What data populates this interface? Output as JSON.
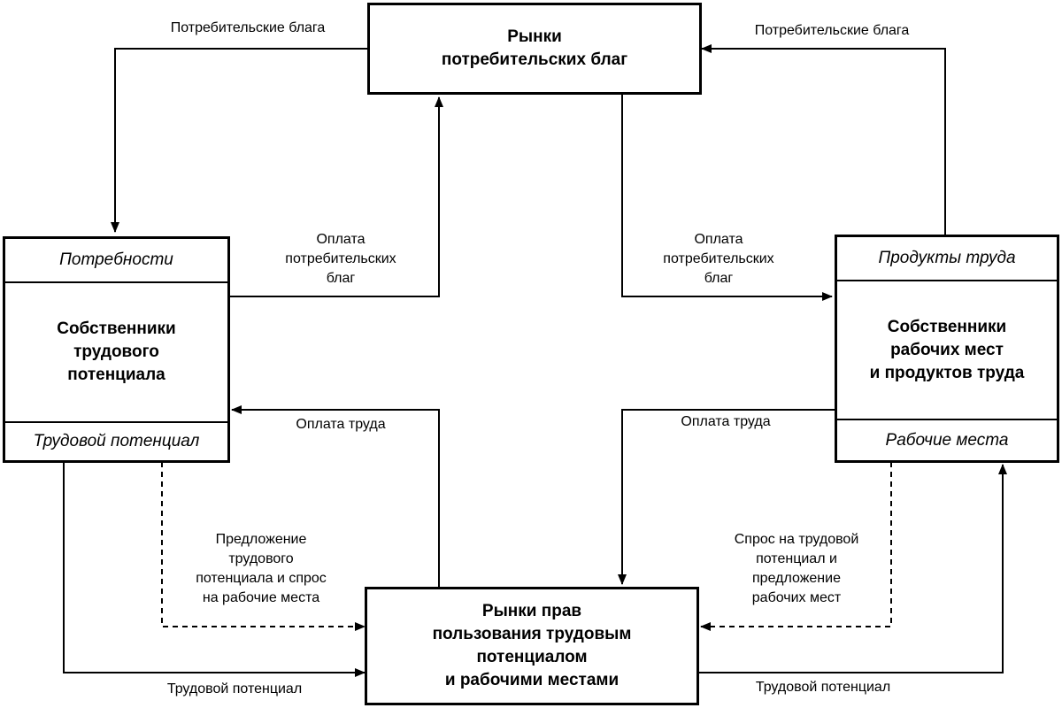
{
  "nodes": {
    "consumer_markets": "Рынки\nпотребительских благ",
    "labor_owners": {
      "top": "Потребности",
      "title": "Собственники\nтрудового\nпотенциала",
      "bottom": "Трудовой потенциал"
    },
    "workplace_owners": {
      "top": "Продукты труда",
      "title": "Собственники\nрабочих мест\nи продуктов труда",
      "bottom": "Рабочие места"
    },
    "rights_markets": "Рынки прав\nпользования трудовым\nпотенциалом\nи рабочими местами"
  },
  "edges": {
    "goods_left": "Потребительские блага",
    "goods_right": "Потребительские блага",
    "payment_goods_left": "Оплата\nпотребительских\nблаг",
    "payment_goods_right": "Оплата\nпотребительских\nблаг",
    "wages_left": "Оплата труда",
    "wages_right": "Оплата труда",
    "supply_labor": "Предложение\nтрудового\nпотенциала и спрос\nна рабочие места",
    "demand_labor": "Спрос на трудовой\nпотенциал и\nпредложение\nрабочих мест",
    "labor_left": "Трудовой потенциал",
    "labor_right": "Трудовой потенциал"
  }
}
